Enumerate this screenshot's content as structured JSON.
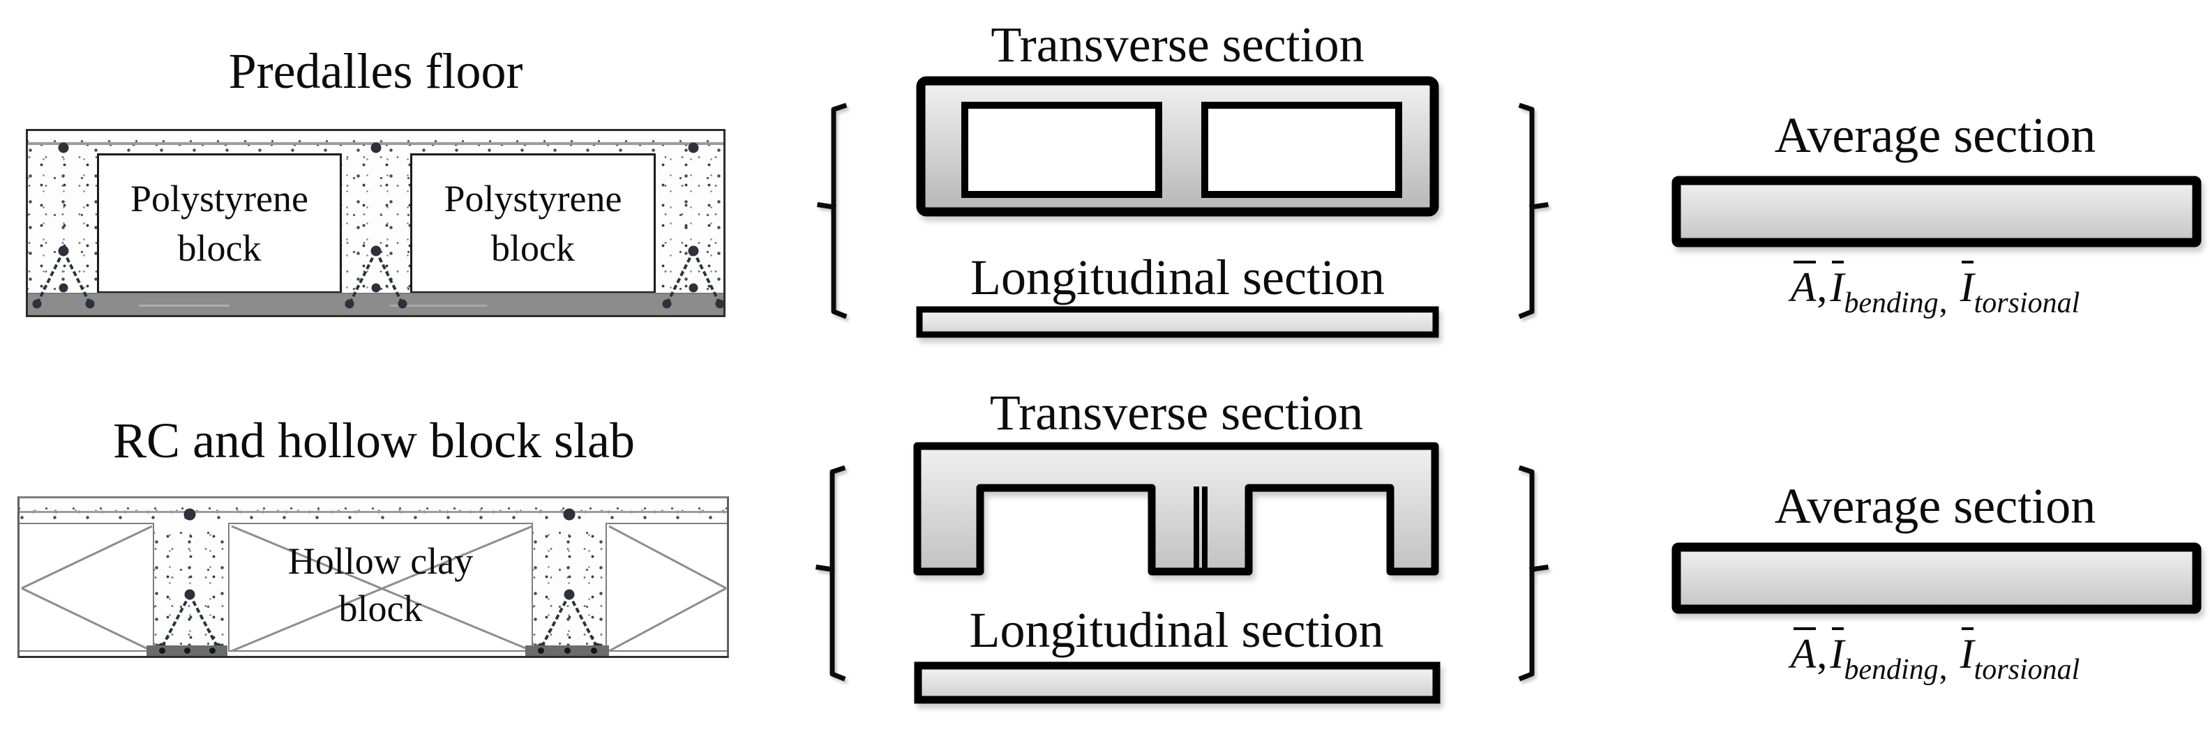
{
  "palette": {
    "outline": "#000000",
    "section_fill_light": "#f2f2f2",
    "section_fill_dark": "#bcbcbc",
    "concrete_slab_band": "#8c8c8c",
    "steel_reinforcement": "#2c313c",
    "bearing_pad": "#6b6b6b"
  },
  "predalles": {
    "title": "Predalles floor",
    "block_label": {
      "line1": "Polystyrene",
      "line2": "block"
    }
  },
  "rc_slab": {
    "title": "RC and hollow block slab",
    "block_label": {
      "line1": "Hollow clay",
      "line2": "block"
    }
  },
  "section_labels": {
    "transverse": "Transverse section",
    "longitudinal": "Longitudinal section",
    "average": "Average section"
  },
  "formula": {
    "area": "A",
    "inertia": "I",
    "comma": ",",
    "bending_sub": "bending",
    "torsional_sub": "torsional"
  }
}
